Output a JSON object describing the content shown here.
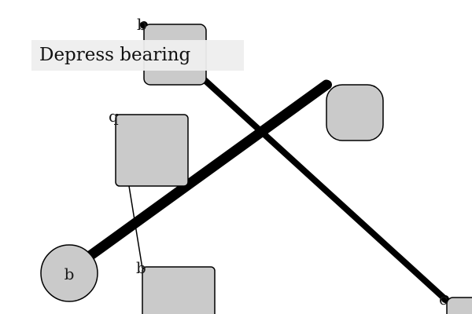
{
  "tooltip": {
    "text": "Depress bearing"
  },
  "colors": {
    "node_fill": "#cacaca",
    "node_stroke": "#000000",
    "connector": "#000000",
    "tooltip_bg": "#eeeeee"
  },
  "nodes": {
    "top_square": {
      "label": "b"
    },
    "left_square": {
      "label": "q"
    },
    "right_square": {
      "label": ""
    },
    "circle": {
      "label": "b"
    },
    "bottom_square": {
      "label": "b"
    },
    "corner_square": {
      "label": "c"
    }
  }
}
